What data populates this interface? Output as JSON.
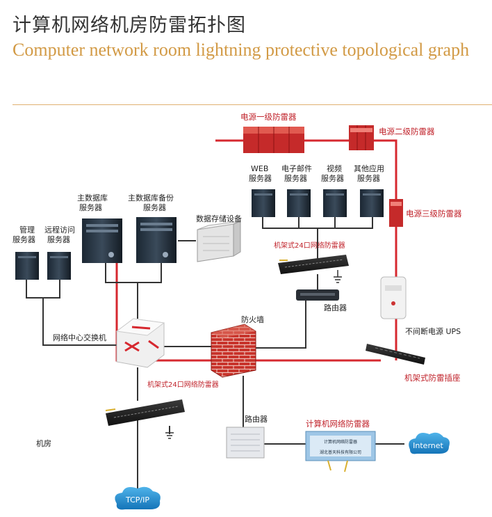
{
  "title_cn": "计算机网络机房防雷拓扑图",
  "title_en": "Computer network room lightning protective topological graph",
  "labels": {
    "power_spd1": "电源一级防雷器",
    "power_spd2": "电源二级防雷器",
    "power_spd3": "电源三级防雷器",
    "web_l1": "WEB",
    "web_l2": "服务器",
    "email_l1": "电子邮件",
    "email_l2": "服务器",
    "video_l1": "视频",
    "video_l2": "服务器",
    "other_l1": "其他应用",
    "other_l2": "服务器",
    "main_db_l1": "主数据库",
    "main_db_l2": "服务器",
    "backup_db_l1": "主数据库备份",
    "backup_db_l2": "服务器",
    "storage": "数据存储设备",
    "mgmt_l1": "管理",
    "mgmt_l2": "服务器",
    "remote_l1": "远程访问",
    "remote_l2": "服务器",
    "rack_spd_top": "机架式24口网络防雷器",
    "router_top": "路由器",
    "switch": "网络中心交换机",
    "firewall": "防火墙",
    "ups": "不间断电源 UPS",
    "rack_socket": "机架式防雷插座",
    "rack_spd_bottom": "机架式24口网络防雷器",
    "router_bottom": "路由器",
    "net_spd": "计算机网络防雷器",
    "room": "机房",
    "internet": "Internet",
    "tcpip": "TCP/IP",
    "net_spd_plate_l1": "计算机网络防雷器",
    "net_spd_plate_l2": "湖北普天科技有限公司"
  },
  "colors": {
    "power_line": "#d6282f",
    "data_line": "#333333",
    "accent": "#d29a45",
    "cloud": "#1e88c9"
  }
}
